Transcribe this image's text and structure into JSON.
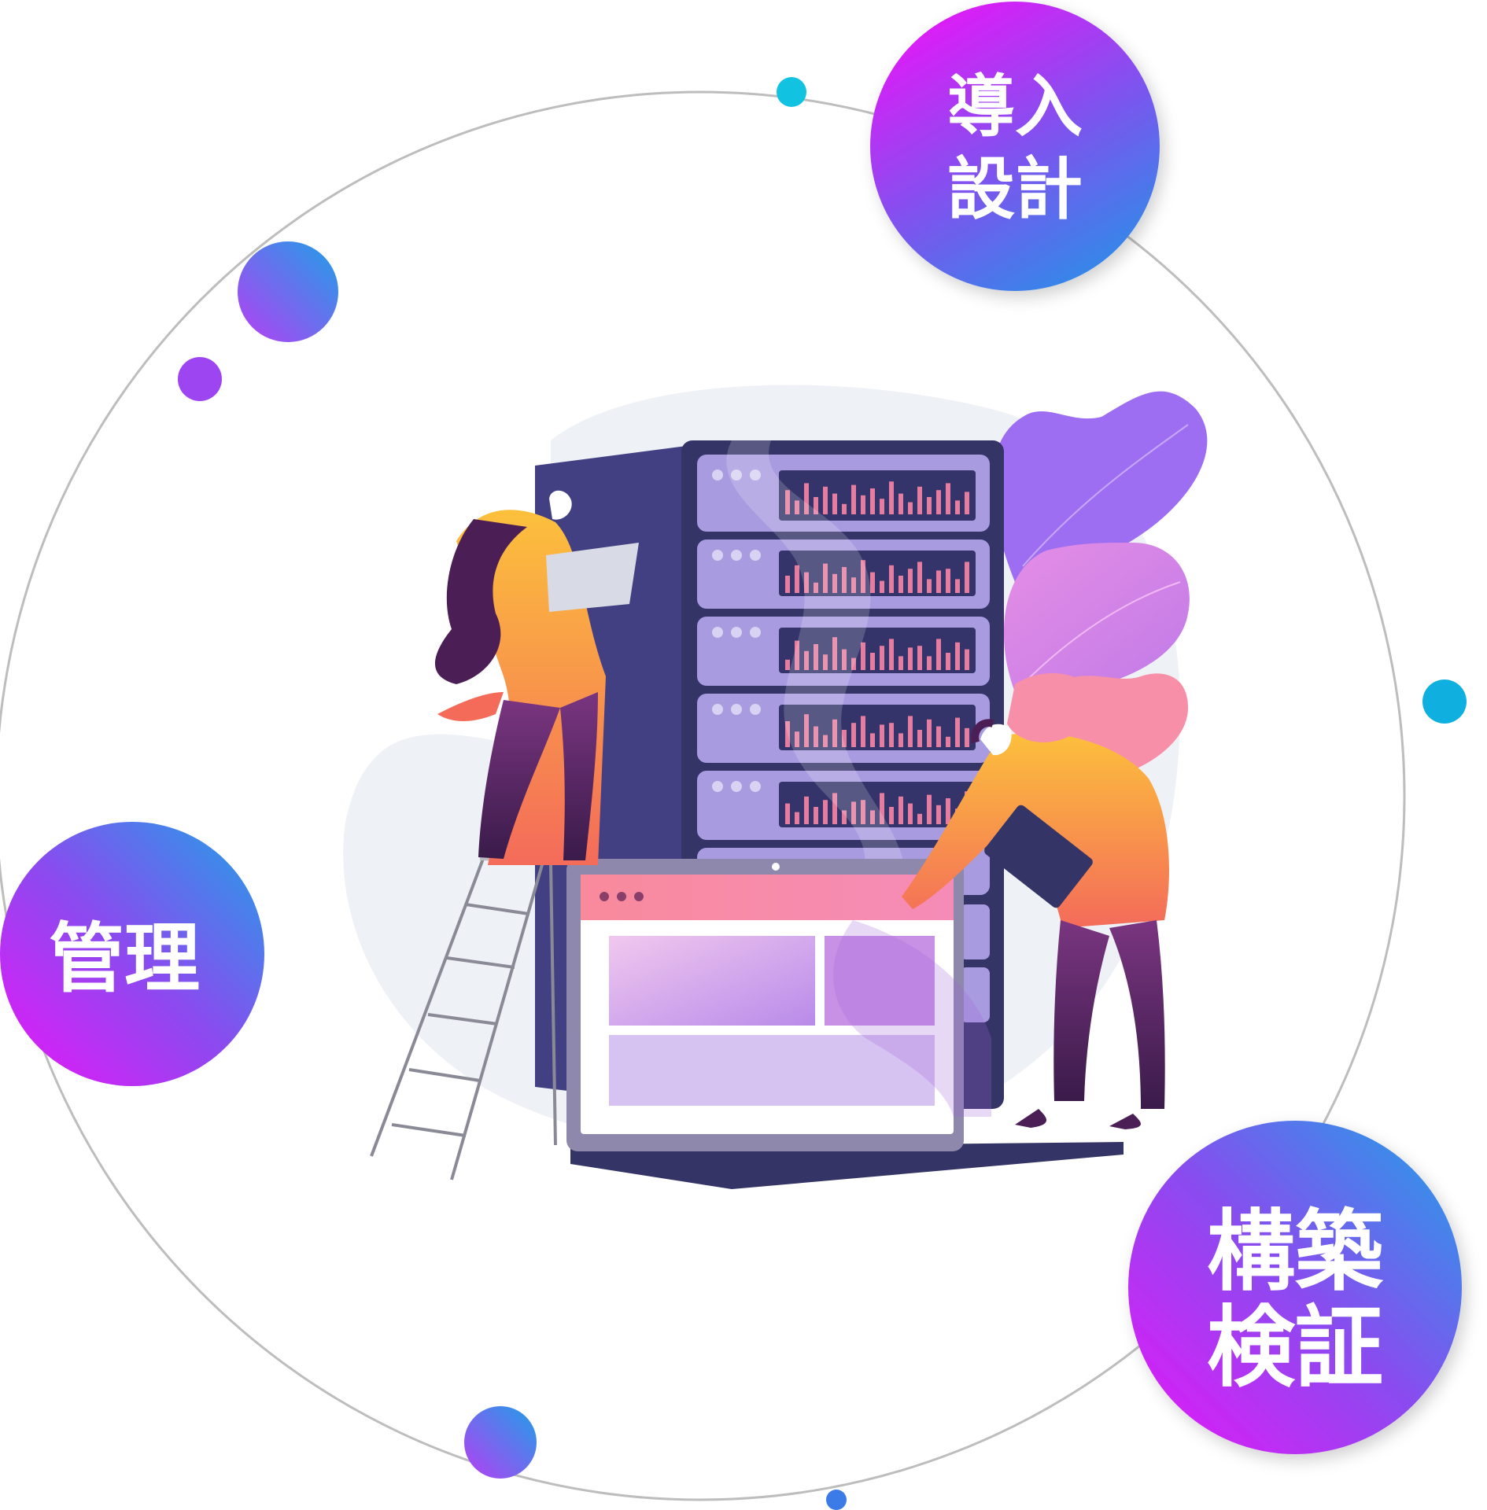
{
  "stages": [
    {
      "id": "design",
      "lines": [
        "導入",
        "設計"
      ]
    },
    {
      "id": "build",
      "lines": [
        "構築",
        "検証"
      ]
    },
    {
      "id": "manage",
      "lines": [
        "管理"
      ]
    }
  ],
  "colors": {
    "bubble_gradient_start": "#e816f8",
    "bubble_gradient_mid": "#8a4bef",
    "bubble_gradient_end": "#1fa3e8",
    "orbit": "#bdbdbd",
    "dot_cyan": "#0fb0e0",
    "dot_purple": "#9d45f0",
    "rack": "#343467",
    "drawer": "#a99be0",
    "shirt": "#fbb23c",
    "hair": "#4b1f55",
    "pants": "#5a2a6e",
    "leaf_purple": "#9e6ef2",
    "leaf_pink": "#f78fa8",
    "blob": "#eef2f6"
  },
  "icons": [
    "server-rack-icon",
    "ladder-icon",
    "laptop-icon",
    "tablet-icon",
    "leaf-icon"
  ]
}
